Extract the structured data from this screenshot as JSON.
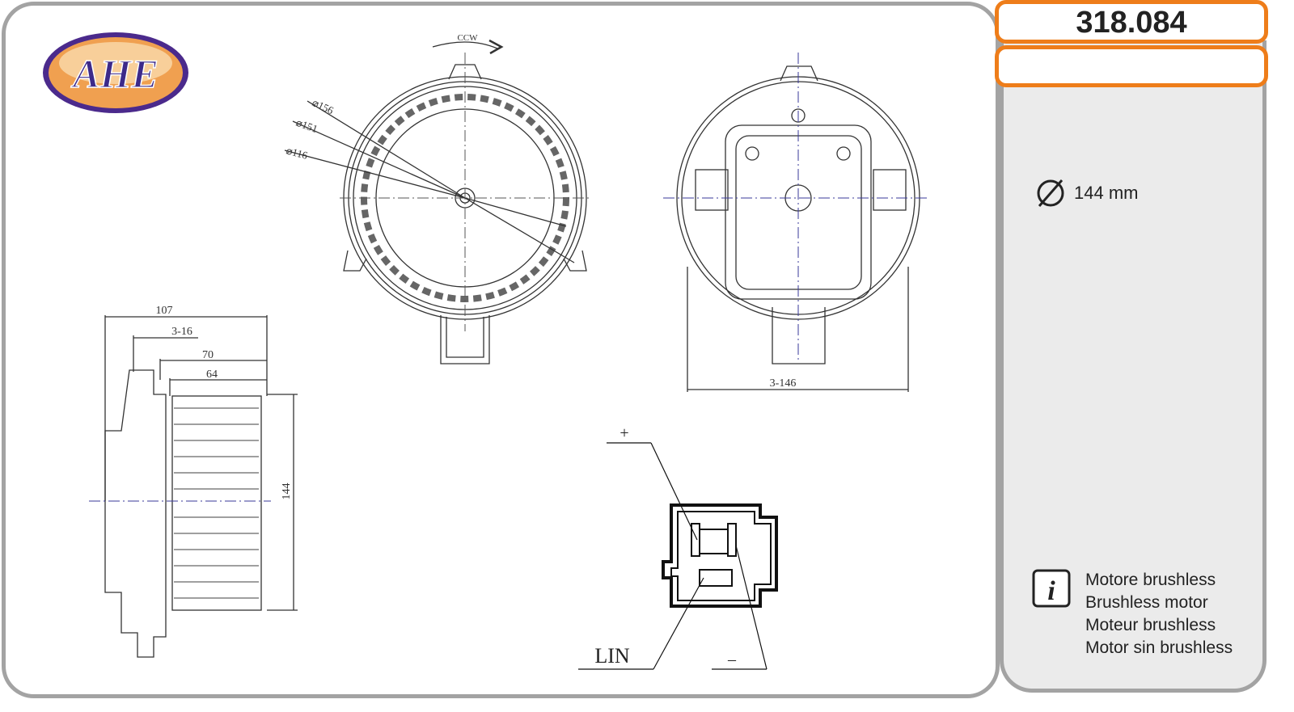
{
  "brand": {
    "logo_text": "AHE"
  },
  "product": {
    "code": "318.084",
    "secondary": ""
  },
  "specs": {
    "diameter": "144 mm"
  },
  "info": {
    "lines": [
      "Motore brushless",
      "Brushless motor",
      "Moteur brushless",
      "Motor sin brushless"
    ]
  },
  "drawing": {
    "rotation": "CCW",
    "front_dims": [
      "⌀156",
      "⌀151",
      "⌀116"
    ],
    "back_dim": "3-146",
    "side_dims": [
      "107",
      "3-16",
      "70",
      "64",
      "144"
    ],
    "connector": {
      "plus": "+",
      "minus": "–",
      "lin": "LIN"
    }
  }
}
